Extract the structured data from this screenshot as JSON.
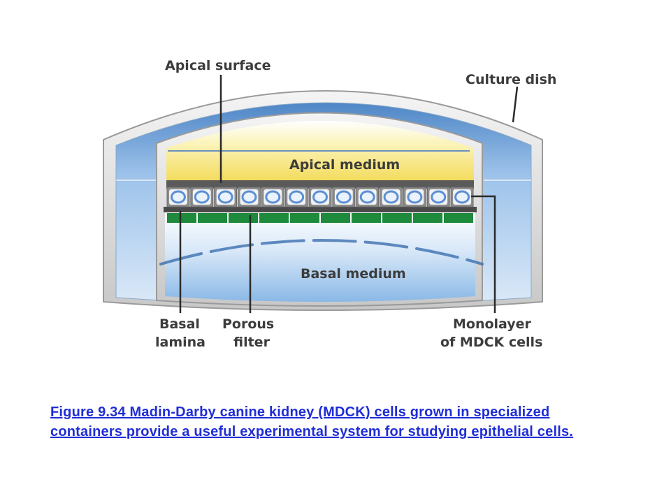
{
  "figure": {
    "labels": {
      "apical_surface": "Apical surface",
      "culture_dish": "Culture dish",
      "apical_medium": "Apical medium",
      "basal_medium": "Basal medium",
      "basal_lamina_l1": "Basal",
      "basal_lamina_l2": "lamina",
      "porous_filter_l1": "Porous",
      "porous_filter_l2": "filter",
      "monolayer_l1": "Monolayer",
      "monolayer_l2": "of MDCK cells"
    },
    "cell_count": 13,
    "colors": {
      "dish_gray": "#d9d9d9",
      "basal_blue": "#a9cbec",
      "apical_yellow": "#f7e98a",
      "filter_green": "#1e8a3c",
      "cell_gray": "#8c8c8c",
      "nucleus_blue": "#5b8fd6"
    }
  },
  "caption": {
    "text": "Figure 9.34  Madin-Darby canine kidney (MDCK) cells grown in specialized containers provide a useful experimental system for studying epithelial cells."
  }
}
